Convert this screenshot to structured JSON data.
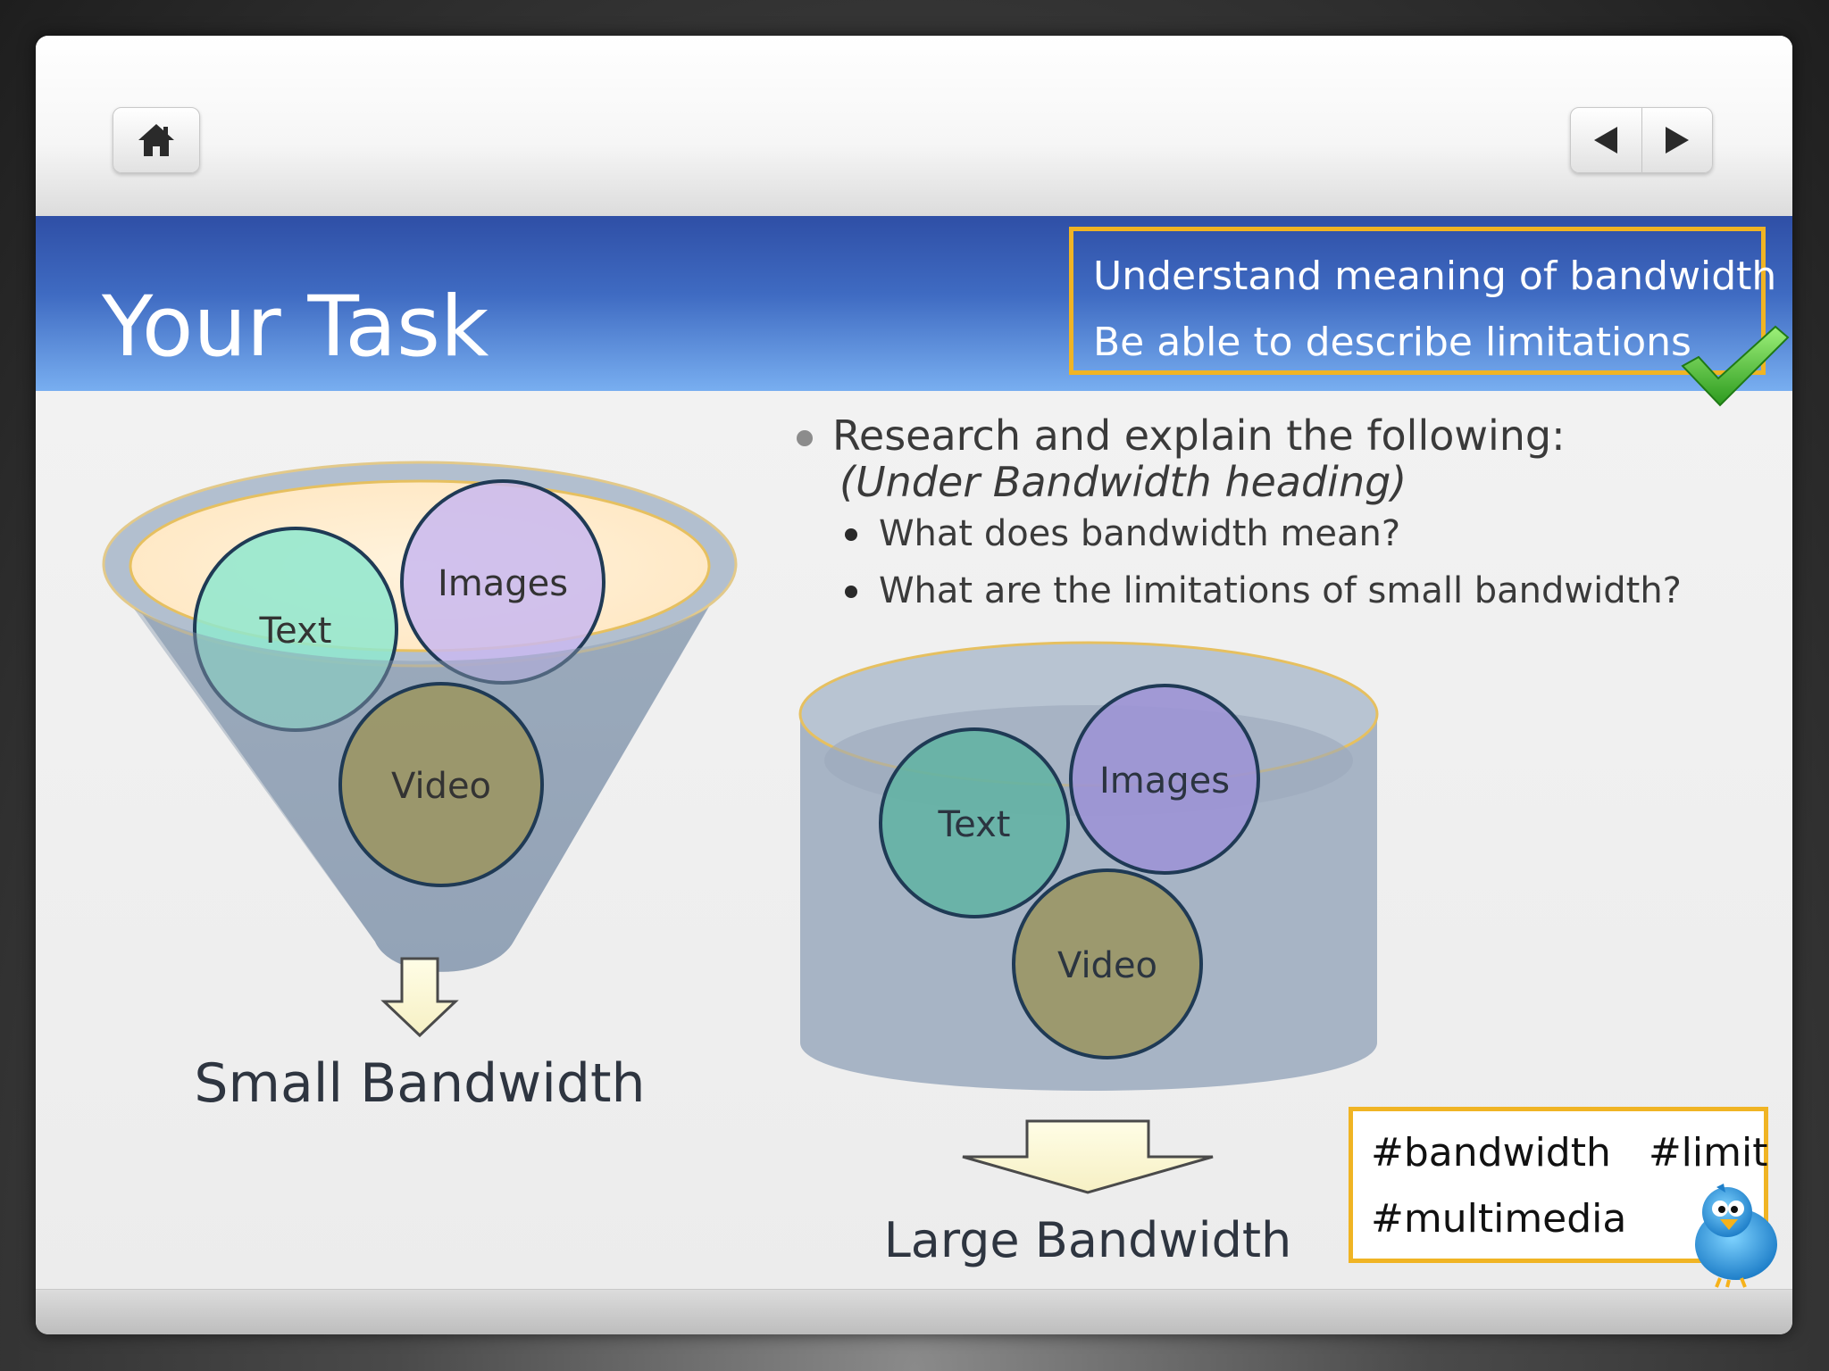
{
  "slide": {
    "title": "Your Task",
    "objectives": [
      "Understand meaning of bandwidth",
      "Be able to describe limitations"
    ],
    "bullet_main": "Research and explain the following:",
    "bullet_main_sub": "(Under Bandwidth heading)",
    "sub_bullets": [
      "What does bandwidth mean?",
      "What are the limitations of small bandwidth?"
    ],
    "hashtags": [
      "#bandwidth   #limit",
      "#multimedia"
    ]
  },
  "diagram": {
    "small": {
      "circles": [
        "Text",
        "Images",
        "Video"
      ],
      "label": "Small Bandwidth"
    },
    "large": {
      "circles": [
        "Text",
        "Images",
        "Video"
      ],
      "label": "Large Bandwidth"
    }
  },
  "icons": {
    "home": "home-icon",
    "prev": "prev-arrow-icon",
    "next": "next-arrow-icon",
    "check": "checkmark-icon",
    "bird": "twitter-bird-icon"
  },
  "colors": {
    "header_top": "#2f4fa6",
    "header_bottom": "#78aef0",
    "highlight_border": "#f0b424",
    "text_circle": "#8fe8cf",
    "images_circle": "#c9b8f0",
    "video_circle": "#9b9664"
  }
}
